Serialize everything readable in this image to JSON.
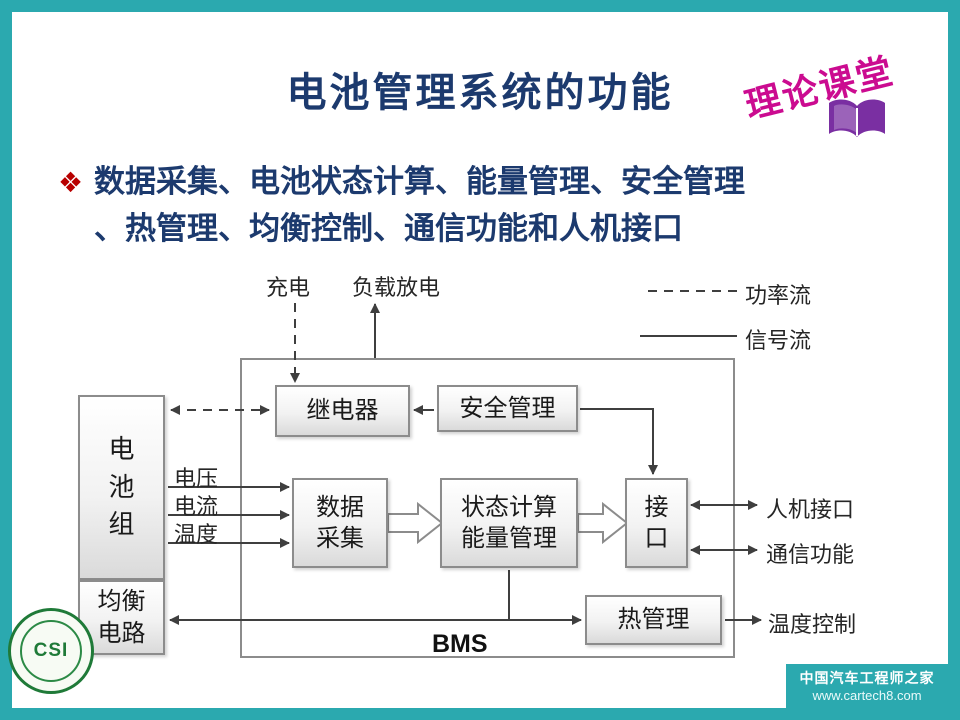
{
  "slide": {
    "title": "电池管理系统的功能",
    "corner_tag": "理论课堂",
    "bullet": {
      "marker": "❖",
      "line1": "数据采集、电池状态计算、能量管理、安全管理",
      "line2": "、热管理、均衡控制、通信功能和人机接口"
    }
  },
  "diagram": {
    "labels": {
      "charge": "充电",
      "load_discharge": "负载放电",
      "power_flow": "功率流",
      "signal_flow": "信号流",
      "voltage": "电压",
      "current": "电流",
      "temperature": "温度",
      "hmi": "人机接口",
      "comm": "通信功能",
      "temp_control": "温度控制",
      "bms": "BMS"
    },
    "boxes": {
      "battery_pack": "电\n池\n组",
      "balance_circuit": "均衡\n电路",
      "relay": "继电器",
      "safety_mgmt": "安全管理",
      "data_acq": "数据\n采集",
      "state_energy": "状态计算\n能量管理",
      "interface": "接\n口",
      "thermal_mgmt": "热管理"
    }
  },
  "footer": {
    "site_name": "中国汽车工程师之家",
    "site_url": "www.cartech8.com"
  },
  "logo": {
    "text": "CSI"
  },
  "colors": {
    "frame_teal": "#2ba9af",
    "title_navy": "#1c3a6e",
    "tag_magenta": "#cb0b90",
    "bullet_red": "#b80000",
    "book_purple": "#7a2fa2",
    "logo_green": "#1f7a38",
    "line_gray": "#3f3f3f",
    "box_border_gray": "#8c8c8c"
  }
}
